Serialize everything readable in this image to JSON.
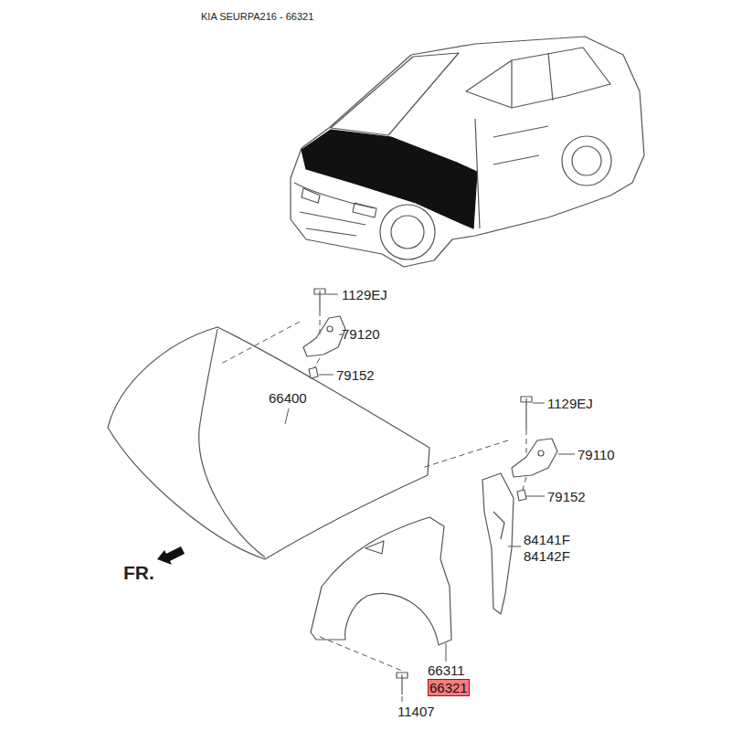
{
  "diagram": {
    "title": "KIA SEURPA216 - 66321",
    "labels": [
      "1129EJ",
      "79120",
      "79152",
      "66400",
      "1129EJ",
      "79110",
      "79152",
      "84141F",
      "84142F",
      "FR.",
      "66311",
      "66321",
      "11407"
    ]
  }
}
